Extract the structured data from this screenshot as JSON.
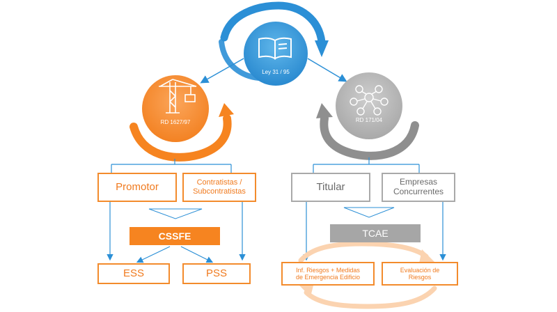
{
  "center": {
    "label": "Ley 31 / 95",
    "icon": "book-icon"
  },
  "left_circle": {
    "label": "RD 1627/97",
    "icon": "construction-crane-icon"
  },
  "right_circle": {
    "label": "RD 171/04",
    "icon": "network-people-icon"
  },
  "left": {
    "promotor": "Promotor",
    "contratistas": "Contratistas /\nSubcontratistas",
    "cssfe": "CSSFE",
    "ess": "ESS",
    "pss": "PSS"
  },
  "right": {
    "titular": "Titular",
    "empresas": "Empresas\nConcurrentes",
    "tcae": "TCAE",
    "inf": "Inf. Riesgos + Medidas\nde Emergencia Edificio",
    "evaluacion": "Evaluación de\nRiesgos"
  },
  "colors": {
    "blue": "#2b8fd6",
    "orange": "#f68420",
    "gray": "#9e9e9e",
    "light_orange": "#fbd3b0"
  }
}
